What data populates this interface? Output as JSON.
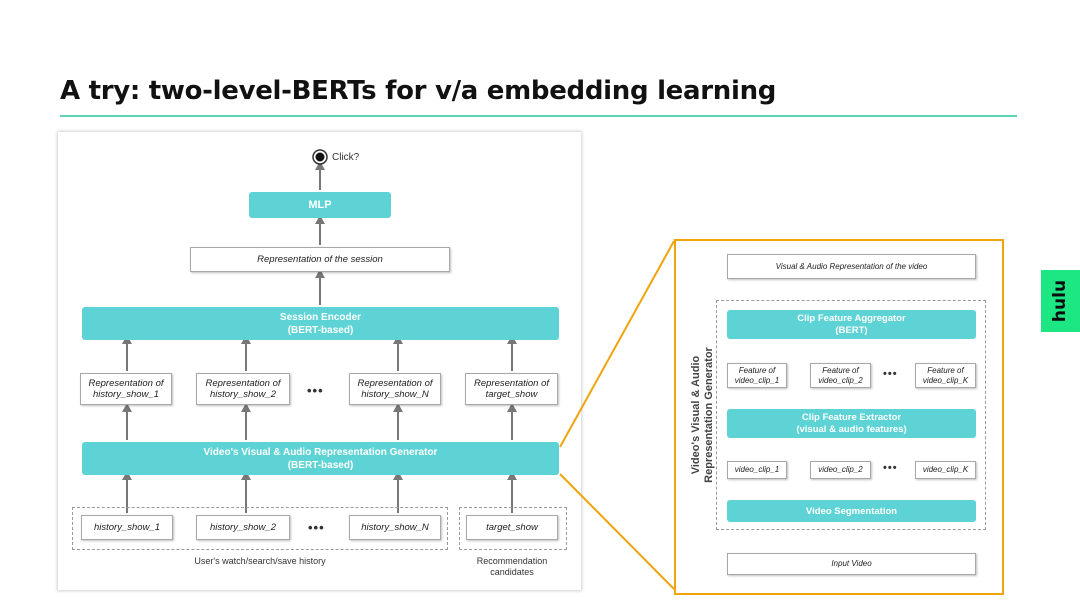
{
  "slide": {
    "title": "A try: two-level-BERTs for v/a embedding learning",
    "brand": "hulu"
  },
  "left_diagram": {
    "click_label": "Click?",
    "mlp": "MLP",
    "session_rep": "Representation of the session",
    "session_encoder": [
      "Session Encoder",
      "(BERT-based)"
    ],
    "history_reps": [
      [
        "Representation of",
        "history_show_1"
      ],
      [
        "Representation of",
        "history_show_2"
      ],
      [
        "Representation of",
        "history_show_N"
      ],
      [
        "Representation of",
        "target_show"
      ]
    ],
    "generator": [
      "Video's Visual & Audio Representation Generator",
      "(BERT-based)"
    ],
    "inputs": [
      "history_show_1",
      "history_show_2",
      "history_show_N",
      "target_show"
    ],
    "ellipsis": "•••",
    "history_caption": "User's watch/search/save history",
    "candidates_caption": [
      "Recommendation",
      "candidates"
    ]
  },
  "right_diagram": {
    "output": "Visual & Audio Representation of the video",
    "aggregator": [
      "Clip Feature Aggregator",
      "(BERT)"
    ],
    "features": [
      [
        "Feature of",
        "video_clip_1"
      ],
      [
        "Feature of",
        "video_clip_2"
      ],
      [
        "Feature of",
        "video_clip_K"
      ]
    ],
    "extractor": [
      "Clip Feature Extractor",
      "(visual & audio features)"
    ],
    "clips": [
      "video_clip_1",
      "video_clip_2",
      "video_clip_K"
    ],
    "segmentation": "Video Segmentation",
    "input": "Input Video",
    "side_label": [
      "Video's Visual & Audio",
      "Representation Generator"
    ],
    "ellipsis": "•••"
  }
}
